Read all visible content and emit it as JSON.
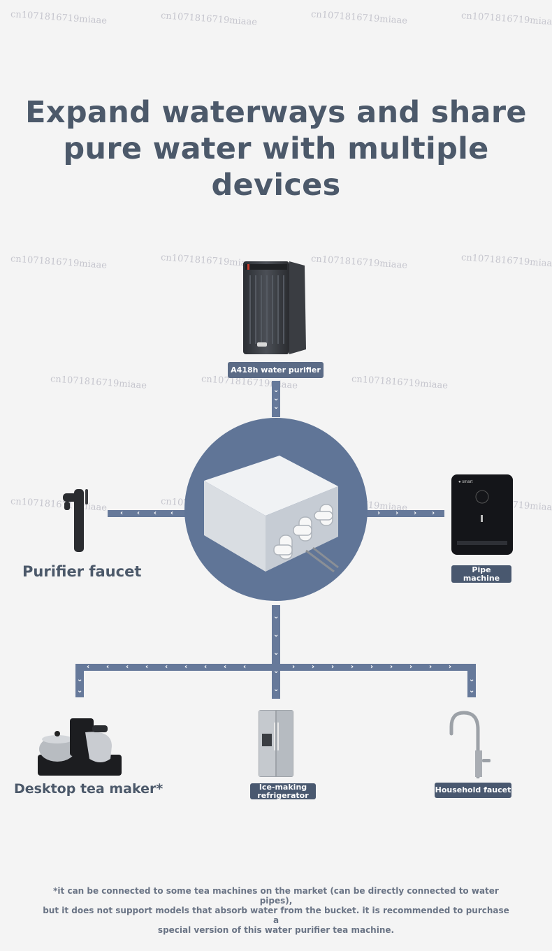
{
  "header": {
    "title_line1": "Expand waterways and share",
    "title_line2": "pure water with multiple devices"
  },
  "devices": {
    "purifier": {
      "label": "A418h water purifier"
    },
    "purifier_faucet": {
      "label": "Purifier faucet"
    },
    "pipe_machine": {
      "label_line1": "Pipe",
      "label_line2": "machine"
    },
    "tea_maker": {
      "label": "Desktop tea maker*"
    },
    "fridge": {
      "label_line1": "Ice-making",
      "label_line2": "refrigerator"
    },
    "household_faucet": {
      "label": "Household faucet"
    }
  },
  "watermark": {
    "text": "cn1071816719miaae"
  },
  "footnote": {
    "line1": "*it can be connected to some tea machines on the market (can be directly connected to water pipes),",
    "line2": "but it does not support models that absorb water from the bucket. it is recommended to purchase a",
    "line3": "special version of this water purifier tea machine."
  },
  "colors": {
    "background": "#f4f4f4",
    "pipe": "#66799a",
    "hub": "#607597",
    "title": "#4c596a"
  }
}
